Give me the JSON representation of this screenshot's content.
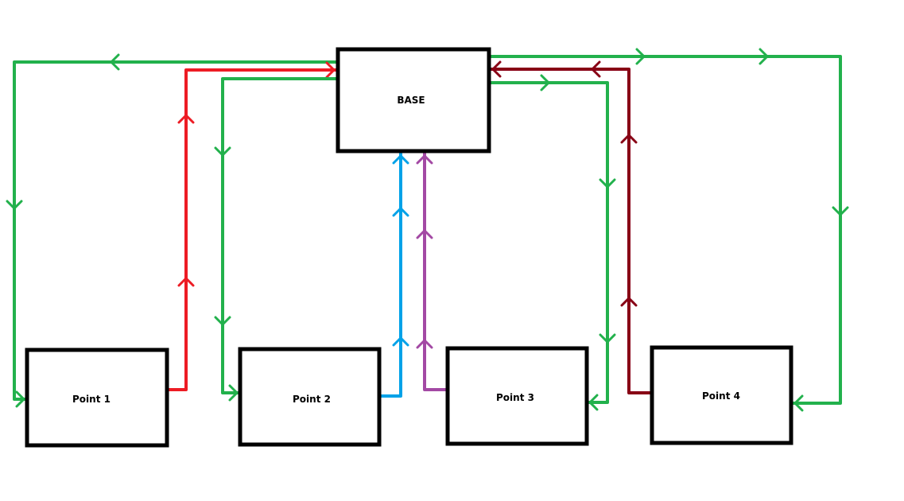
{
  "diagram": {
    "nodes": [
      {
        "id": "base",
        "label": "BASE"
      },
      {
        "id": "p1",
        "label": "Point 1"
      },
      {
        "id": "p2",
        "label": "Point 2"
      },
      {
        "id": "p3",
        "label": "Point 3"
      },
      {
        "id": "p4",
        "label": "Point 4"
      }
    ],
    "colors": {
      "green": "#22b14c",
      "red": "#ed1c24",
      "blue": "#00a2e8",
      "purple": "#a349a4",
      "darkred": "#880015",
      "box": "#000000"
    },
    "edges": [
      {
        "id": "base-to-p1",
        "from": "BASE",
        "to": "Point 1",
        "color": "green"
      },
      {
        "id": "p1-to-base",
        "from": "Point 1",
        "to": "BASE",
        "color": "red"
      },
      {
        "id": "base-to-p2",
        "from": "BASE",
        "to": "Point 2",
        "color": "green"
      },
      {
        "id": "p2-to-base",
        "from": "Point 2",
        "to": "BASE",
        "color": "blue"
      },
      {
        "id": "p3-to-base",
        "from": "Point 3",
        "to": "BASE",
        "color": "purple"
      },
      {
        "id": "base-to-p3",
        "from": "BASE",
        "to": "Point 3",
        "color": "green"
      },
      {
        "id": "p4-to-base",
        "from": "Point 4",
        "to": "BASE",
        "color": "darkred"
      },
      {
        "id": "base-to-p4",
        "from": "BASE",
        "to": "Point 4",
        "color": "green"
      }
    ]
  }
}
